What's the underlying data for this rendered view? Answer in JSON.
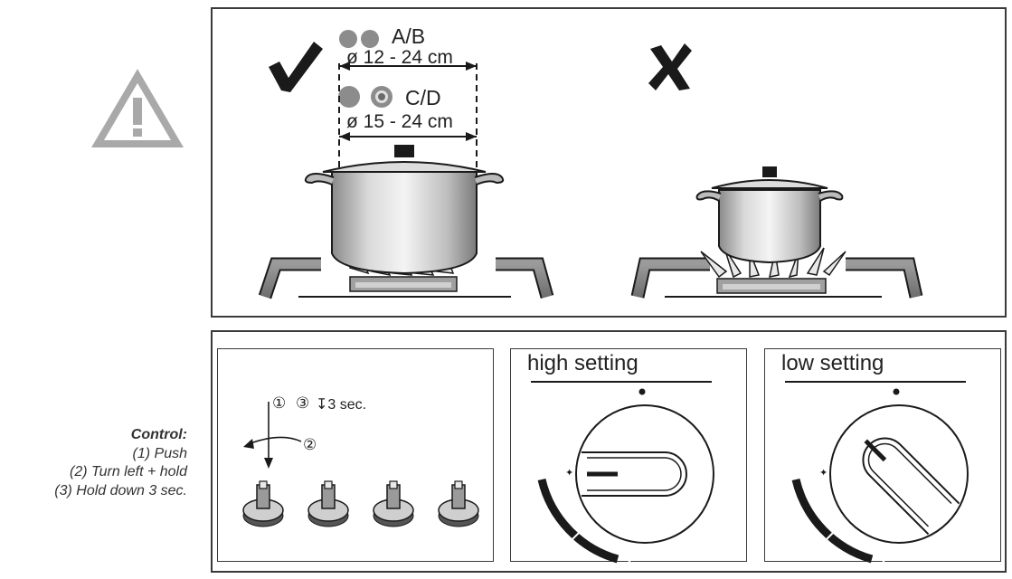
{
  "warning_icon": "warning-triangle-icon",
  "pot_sizes": {
    "correct_mark": "checkmark-icon",
    "wrong_mark": "cross-icon",
    "burner_ab": {
      "label": "A/B",
      "diameter": "ø 12 - 24 cm"
    },
    "burner_cd": {
      "label": "C/D",
      "diameter": "ø 15 - 24 cm"
    }
  },
  "control": {
    "title": "Control:",
    "steps": [
      "(1) Push",
      "(2) Turn left + hold",
      "(3) Hold down 3 sec."
    ],
    "diagram": {
      "step1": "①",
      "step3": "③",
      "hold": "↧3 sec.",
      "step2": "②"
    }
  },
  "settings": {
    "high": {
      "title": "high setting"
    },
    "low": {
      "title": "low setting"
    }
  },
  "colors": {
    "line": "#222222",
    "panel_border": "#3a3a3a",
    "metal": "#9a9a9a",
    "warning_grey": "#a9a9a9"
  }
}
